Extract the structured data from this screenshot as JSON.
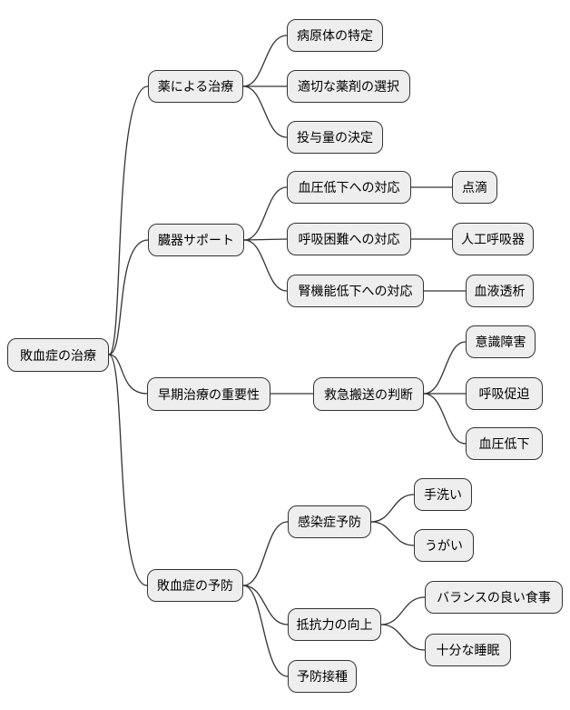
{
  "diagram": {
    "type": "mindmap",
    "direction": "left-to-right"
  },
  "colors": {
    "node_fill": "#eeeeee",
    "node_border": "#333333",
    "line": "#333333",
    "text": "#000000",
    "bg": "#ffffff"
  },
  "tree": {
    "label": "敗血症の治療",
    "children": [
      {
        "label": "薬による治療",
        "children": [
          {
            "label": "病原体の特定",
            "children": []
          },
          {
            "label": "適切な薬剤の選択",
            "children": []
          },
          {
            "label": "投与量の決定",
            "children": []
          }
        ]
      },
      {
        "label": "臓器サポート",
        "children": [
          {
            "label": "血圧低下への対応",
            "children": [
              {
                "label": "点滴",
                "children": []
              }
            ]
          },
          {
            "label": "呼吸困難への対応",
            "children": [
              {
                "label": "人工呼吸器",
                "children": []
              }
            ]
          },
          {
            "label": "腎機能低下への対応",
            "children": [
              {
                "label": "血液透析",
                "children": []
              }
            ]
          }
        ]
      },
      {
        "label": "早期治療の重要性",
        "children": [
          {
            "label": "救急搬送の判断",
            "children": [
              {
                "label": "意識障害",
                "children": []
              },
              {
                "label": "呼吸促迫",
                "children": []
              },
              {
                "label": "血圧低下",
                "children": []
              }
            ]
          }
        ]
      },
      {
        "label": "敗血症の予防",
        "children": [
          {
            "label": "感染症予防",
            "children": [
              {
                "label": "手洗い",
                "children": []
              },
              {
                "label": "うがい",
                "children": []
              }
            ]
          },
          {
            "label": "抵抗力の向上",
            "children": [
              {
                "label": "バランスの良い食事",
                "children": []
              },
              {
                "label": "十分な睡眠",
                "children": []
              }
            ]
          },
          {
            "label": "予防接種",
            "children": []
          }
        ]
      }
    ]
  }
}
